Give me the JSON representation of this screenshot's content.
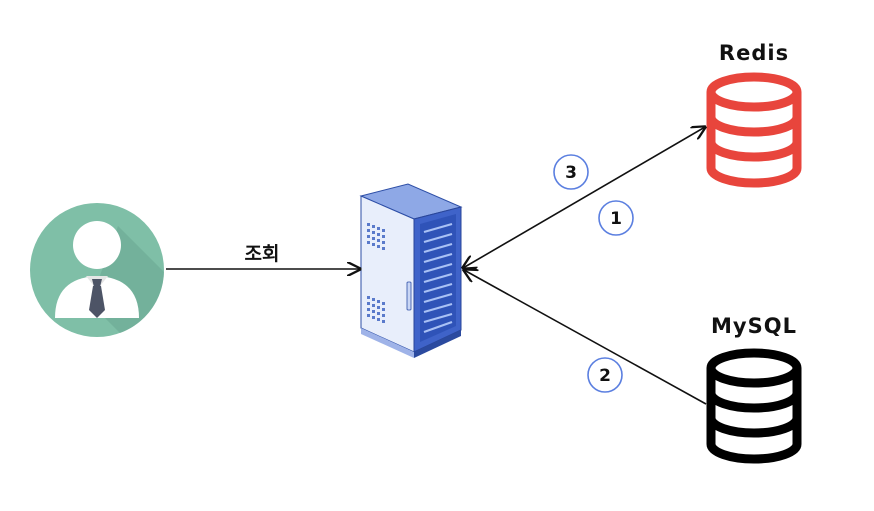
{
  "nodes": {
    "user": {
      "icon": "user-avatar-icon"
    },
    "server": {
      "icon": "server-rack-icon"
    },
    "redis": {
      "label": "Redis",
      "icon": "database-icon",
      "color": "#e8453c"
    },
    "mysql": {
      "label": "MySQL",
      "icon": "database-icon",
      "color": "#000000"
    }
  },
  "edges": {
    "user_to_server": {
      "label": "조회"
    }
  },
  "steps": {
    "step1": "1",
    "step2": "2",
    "step3": "3"
  },
  "colors": {
    "step_circle": "#5b7fe0",
    "avatar_bg": "#7fbfa7",
    "server_blue": "#3f63c9"
  }
}
